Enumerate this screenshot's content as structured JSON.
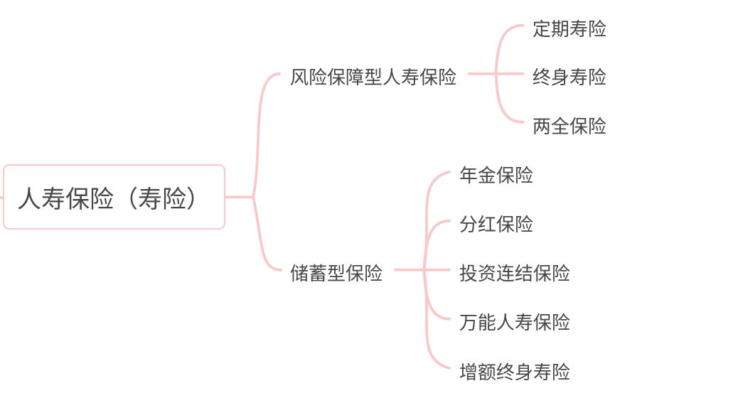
{
  "app": {
    "type": "mindmap-diagram"
  },
  "colors": {
    "background": "#ffffff",
    "connector": "#f9c9c9",
    "node_border": "#f9c9c9",
    "text": "#474747"
  },
  "mindmap": {
    "root": {
      "label": "人寿保险（寿险）"
    },
    "branches": [
      {
        "label": "风险保障型人寿保险",
        "children": [
          {
            "label": "定期寿险"
          },
          {
            "label": "终身寿险"
          },
          {
            "label": "两全保险"
          }
        ]
      },
      {
        "label": "储蓄型保险",
        "children": [
          {
            "label": "年金保险"
          },
          {
            "label": "分红保险"
          },
          {
            "label": "投资连结保险"
          },
          {
            "label": "万能人寿保险"
          },
          {
            "label": "增额终身寿险"
          }
        ]
      }
    ]
  }
}
